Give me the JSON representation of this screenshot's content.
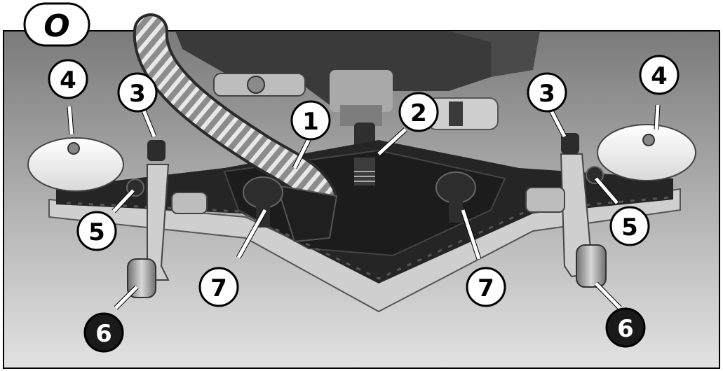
{
  "figure": {
    "badge": "O",
    "callouts": [
      {
        "id": "1",
        "label": "1",
        "style": "white"
      },
      {
        "id": "2",
        "label": "2",
        "style": "white"
      },
      {
        "id": "3",
        "label": "3",
        "style": "white"
      },
      {
        "id": "4",
        "label": "4",
        "style": "white"
      },
      {
        "id": "5",
        "label": "5",
        "style": "white"
      },
      {
        "id": "6",
        "label": "6",
        "style": "black"
      },
      {
        "id": "7",
        "label": "7",
        "style": "white"
      }
    ]
  },
  "colors": {
    "background_top": "#7c7c7c",
    "background_bottom": "#dedede",
    "callout_fill": "#ffffff",
    "callout_dark_fill": "#1a1a1a",
    "squeegee_body": "#2a2a2a",
    "squeegee_blade": "#c8c8c8"
  }
}
